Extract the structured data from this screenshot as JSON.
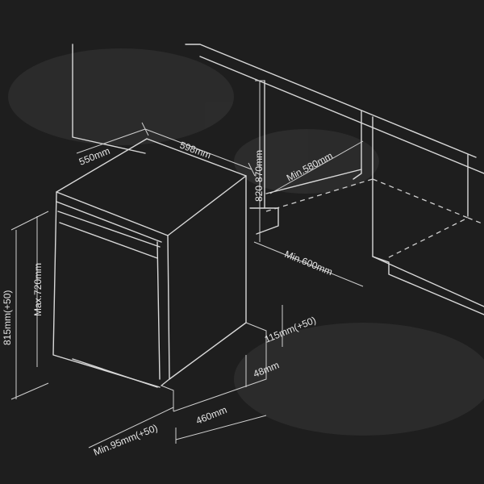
{
  "colors": {
    "board": "#1e1e1e",
    "chalk": "#dcdcdc"
  },
  "dimensions": {
    "depth": "550mm",
    "width": "598mm",
    "cabinet_height": "820-870mm",
    "niche_depth": "Min.580mm",
    "niche_width": "Min.600mm",
    "total_height": "815mm(+50)",
    "door_height": "Max.720mm",
    "plinth_height": "115mm(+50)",
    "plinth_gap": "48mm",
    "plinth_depth": "460mm",
    "door_offset": "Min.95mm(+50)"
  }
}
